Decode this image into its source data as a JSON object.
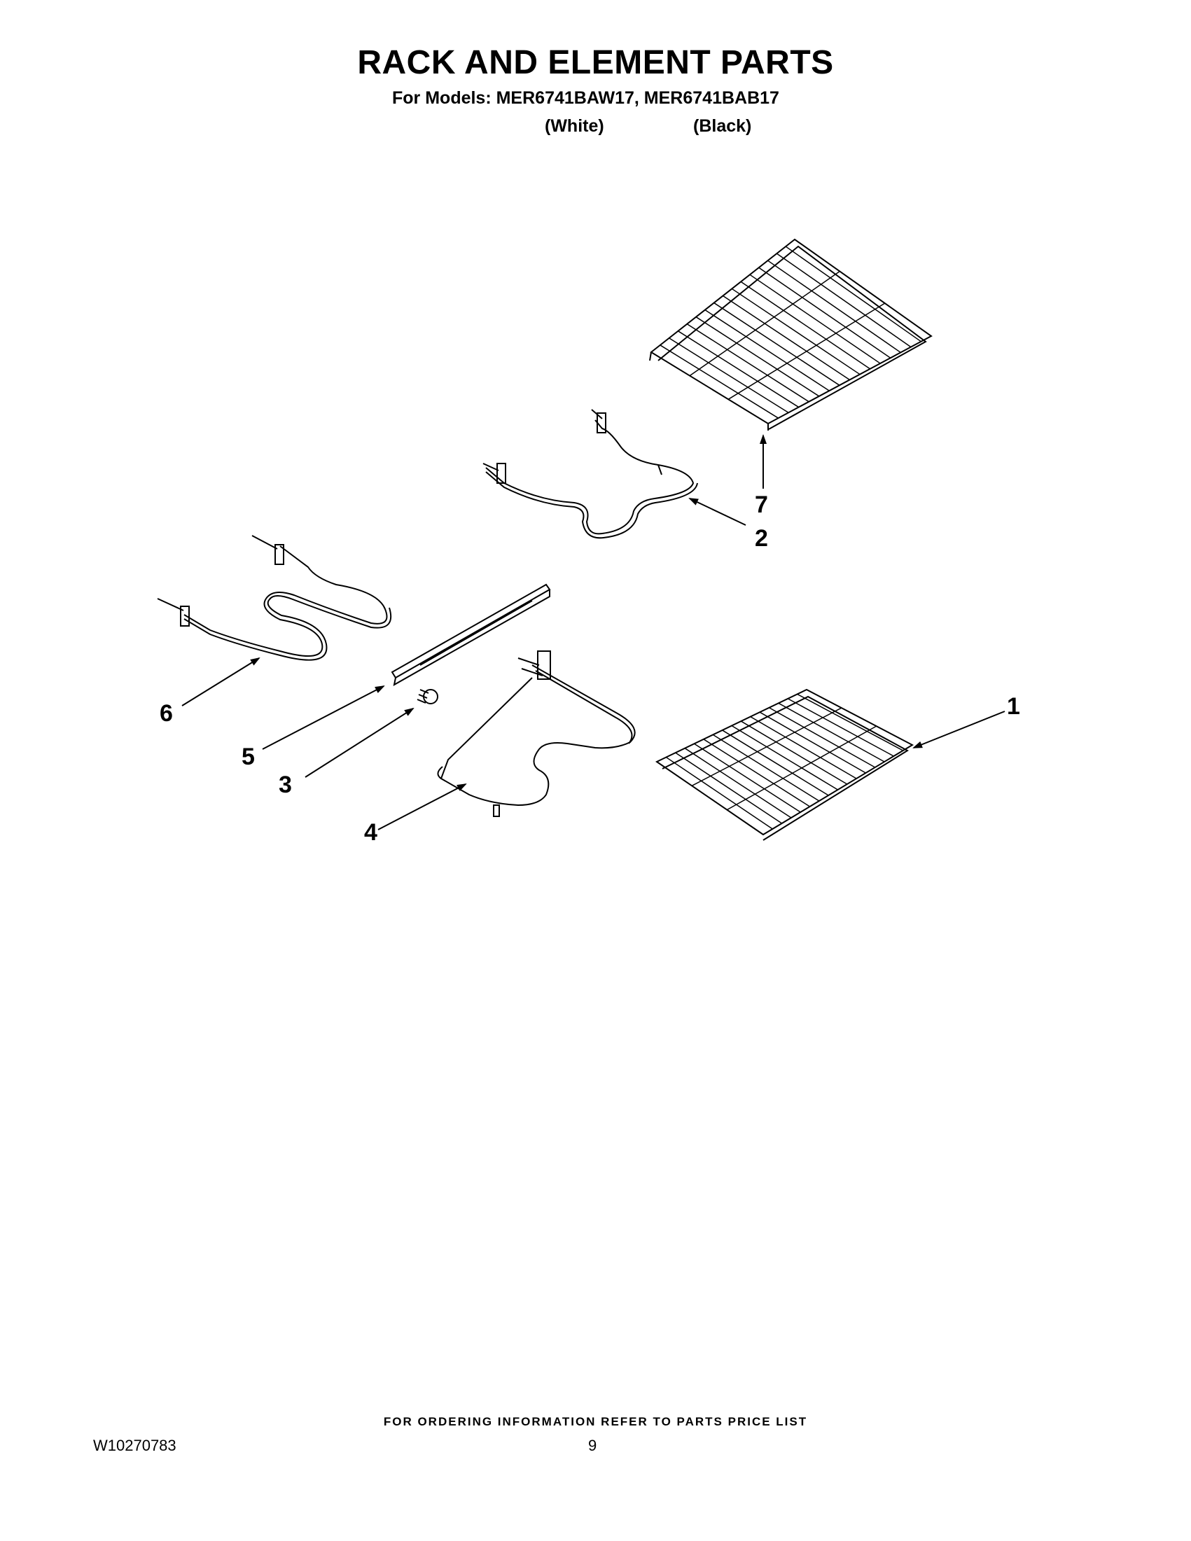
{
  "header": {
    "title": "RACK AND ELEMENT PARTS",
    "models_line": "For Models: MER6741BAW17, MER6741BAB17",
    "variants": [
      "(White)",
      "(Black)"
    ]
  },
  "callouts": [
    "1",
    "2",
    "3",
    "4",
    "5",
    "6",
    "7"
  ],
  "footer": {
    "ordering_note": "FOR ORDERING INFORMATION REFER TO PARTS PRICE LIST",
    "doc_number": "W10270783",
    "page_number": "9"
  }
}
